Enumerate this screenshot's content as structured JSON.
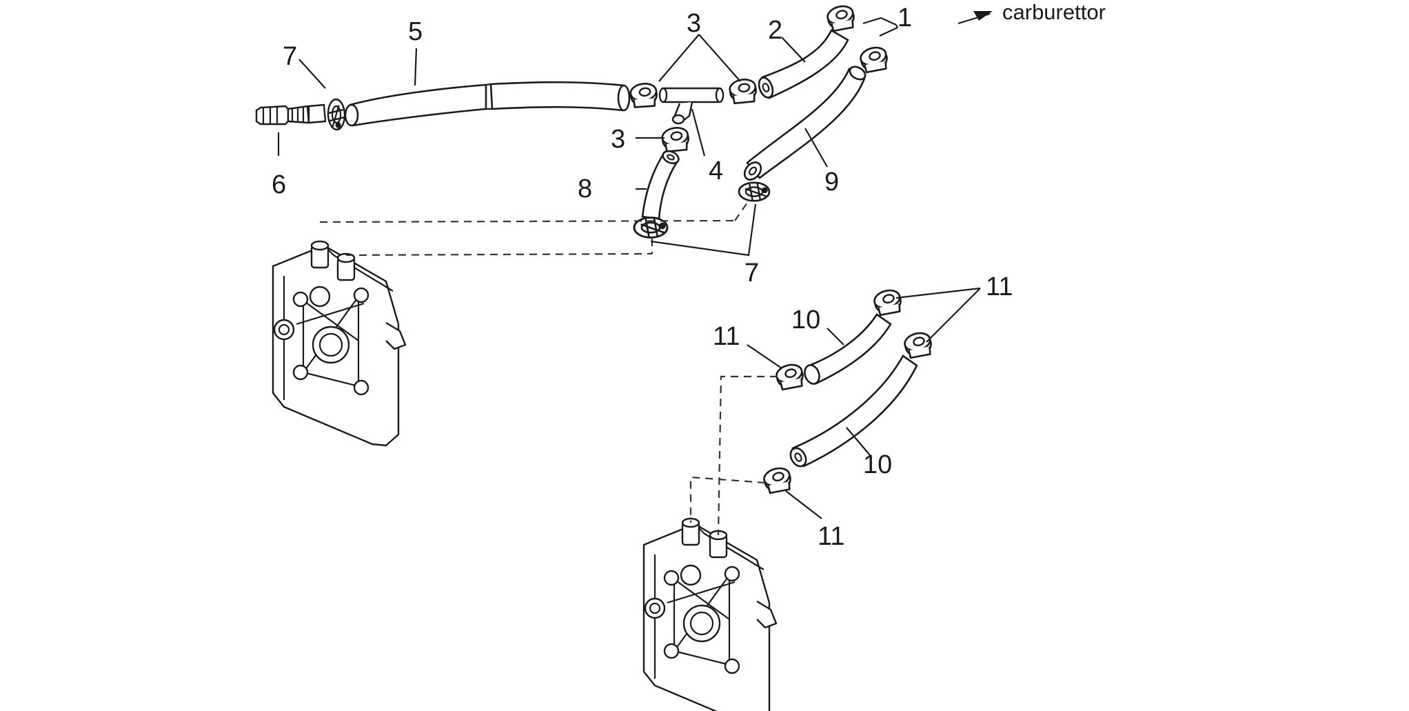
{
  "diagram": {
    "destination_label": "carburettor",
    "callouts": {
      "c1": "1",
      "c2": "2",
      "c3a": "3",
      "c3b": "3",
      "c4": "4",
      "c5": "5",
      "c6": "6",
      "c7a": "7",
      "c7b": "7",
      "c8": "8",
      "c9": "9",
      "c10a": "10",
      "c10b": "10",
      "c11a": "11",
      "c11b": "11",
      "c11c": "11"
    }
  }
}
